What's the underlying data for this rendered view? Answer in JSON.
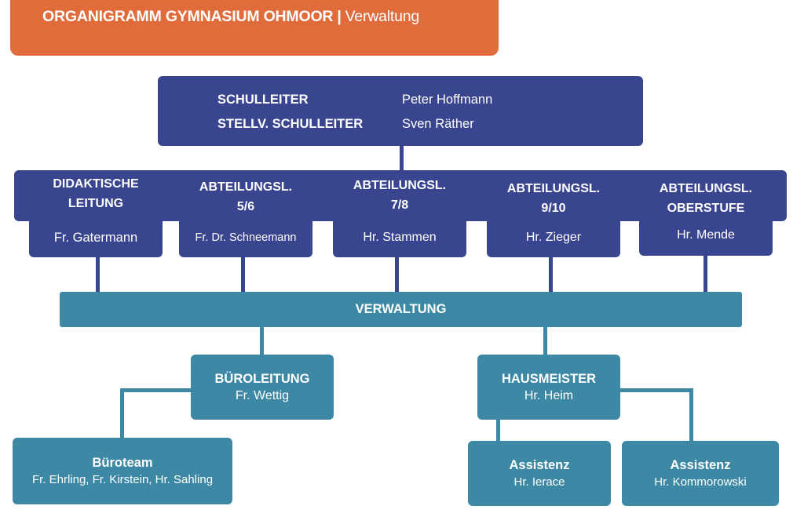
{
  "header": {
    "title": "ORGANIGRAMM GYMNASIUM OHMOOR",
    "separator": "|",
    "subtitle": "Verwaltung"
  },
  "colors": {
    "header": "#e06c3c",
    "leadership": "#39468f",
    "administration": "#3d88a5"
  },
  "leadership": {
    "rows": [
      {
        "role": "SCHULLEITER",
        "name": "Peter Hoffmann"
      },
      {
        "role": "STELLV. SCHULLEITER",
        "name": "Sven Räther"
      }
    ]
  },
  "departments": [
    {
      "title_line1": "DIDAKTISCHE",
      "title_line2": "LEITUNG",
      "name": "Fr. Gatermann"
    },
    {
      "title_line1": "ABTEILUNGSL.",
      "title_line2": "5/6",
      "name": "Fr. Dr. Schneemann"
    },
    {
      "title_line1": "ABTEILUNGSL.",
      "title_line2": "7/8",
      "name": "Hr. Stammen"
    },
    {
      "title_line1": "ABTEILUNGSL.",
      "title_line2": "9/10",
      "name": "Hr. Zieger"
    },
    {
      "title_line1": "ABTEILUNGSL.",
      "title_line2": "OBERSTUFE",
      "name": "Hr. Mende"
    }
  ],
  "administration": {
    "label": "VERWALTUNG",
    "office_lead": {
      "title": "BÜROLEITUNG",
      "name": "Fr. Wettig"
    },
    "caretaker": {
      "title": "HAUSMEISTER",
      "name": "Hr. Heim"
    },
    "office_team": {
      "title": "Büroteam",
      "names": "Fr. Ehrling, Fr. Kirstein, Hr. Sahling"
    },
    "assistant_1": {
      "title": "Assistenz",
      "name": "Hr. Ierace"
    },
    "assistant_2": {
      "title": "Assistenz",
      "name": "Hr. Kommorowski"
    }
  }
}
